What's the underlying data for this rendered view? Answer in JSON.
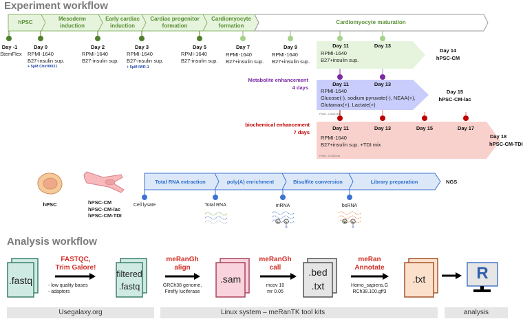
{
  "experiment": {
    "title": "Experiment workflow",
    "stages": [
      "hPSC",
      "Mesoderm\ninduction",
      "Early cardiac\ninduction",
      "Cardiac progenitor\nformation",
      "Cardiomyocyte formation",
      "Cardiomyocyte maturation"
    ],
    "timepoints": [
      {
        "day": "Day -1",
        "medium": "StemFlex",
        "supplement": ""
      },
      {
        "day": "Day 0",
        "medium": "RPMI-1640\nB27-insulin sup.",
        "supplement": "+ 5µM Chir99021"
      },
      {
        "day": "Day 2",
        "medium": "RPMI-1640\nB27-insulin sup.",
        "supplement": ""
      },
      {
        "day": "Day 3",
        "medium": "RPMI-1640\nB27-insulin sup.",
        "supplement": "+ 5µM IWR-1"
      },
      {
        "day": "Day 5",
        "medium": "RPMI-1640\nB27-insulin sup.",
        "supplement": ""
      },
      {
        "day": "Day 7",
        "medium": "RPMI-1640\nB27+insulin sup.",
        "supplement": ""
      },
      {
        "day": "Day 9",
        "medium": "RPMI-1640\nB27+insulin sup.",
        "supplement": ""
      }
    ],
    "standard": {
      "days": [
        "Day 11",
        "Day 13"
      ],
      "medium": "RPMI-1640\nB27+insulin sup.",
      "end_day": "Day 14",
      "end_label": "hPSC-CM"
    },
    "metabolite": {
      "title": "Metabolite enhancement",
      "duration": "4 days",
      "days": [
        "Day 11",
        "Day 13"
      ],
      "medium": "RPMI-1640\nGlucose(-), sodium pyruvate(-), NEAA(+),\nGlutamax(+), Lactate(+)",
      "pmid": "PMID: 23168164",
      "end_day": "Day 15",
      "end_label": "hPSC-CM-lac"
    },
    "biochemical": {
      "title": "biochemical enhancement",
      "duration": "7 days",
      "days": [
        "Day 11",
        "Day 13",
        "Day 15",
        "Day 17"
      ],
      "medium": "RPMI-1640\nB27+insulin sup. +TDI mix",
      "pmid": "PMID: 31955938",
      "end_day": "Day 18",
      "end_label": "hPSC-CM-TDI"
    },
    "cells": {
      "hpsc_label": "hPSC",
      "cm_labels": "hPSC-CM\nhPSC-CM-lac\nhPSC-CM-TDI"
    },
    "sequencing": {
      "stages": [
        "Total RNA extraction",
        "poly(A) enrichment",
        "Bisulfite conversion",
        "Library preparation"
      ],
      "end_label": "NGS",
      "samples": [
        "Cell lysate",
        "Total RNA",
        "mRNA",
        "bsRNA"
      ],
      "bases": {
        "c": "C",
        "u": "U"
      }
    },
    "colors": {
      "green_dark": "#4f7f2b",
      "green_light": "#a6d18a",
      "green_fill": "#e6f4dd",
      "purple": "#7b2aa3",
      "purple_fill": "#c9cdfb",
      "red": "#c00000",
      "red_fill": "#f9d1cc",
      "blue": "#3b73d4",
      "blue_fill": "#dce8f7"
    }
  },
  "analysis": {
    "title": "Analysis workflow",
    "files": [
      {
        "label": ".fastq"
      },
      {
        "label": "filtered\n.fastq"
      },
      {
        "label": ".sam"
      },
      {
        "label": ".bed\n.txt"
      },
      {
        "label": ".txt"
      }
    ],
    "tools": [
      {
        "name": "FASTQC,\nTrim Galore!",
        "desc": "- low quality bases\n- adaptors"
      },
      {
        "name": "meRanGh\nalign",
        "desc": "GRCh38 genome,\nFirefly luciferase"
      },
      {
        "name": "meRanGh\ncall",
        "desc": "mcov 10\nmr 0.05"
      },
      {
        "name": "meRan\nAnnotate",
        "desc": "Homo_sapiens.G\nRCh38.100.gff3"
      }
    ],
    "r_label": "R",
    "platforms": [
      "Usegalaxy.org",
      "Linux system – meRanTK tool kits",
      "analysis"
    ]
  }
}
